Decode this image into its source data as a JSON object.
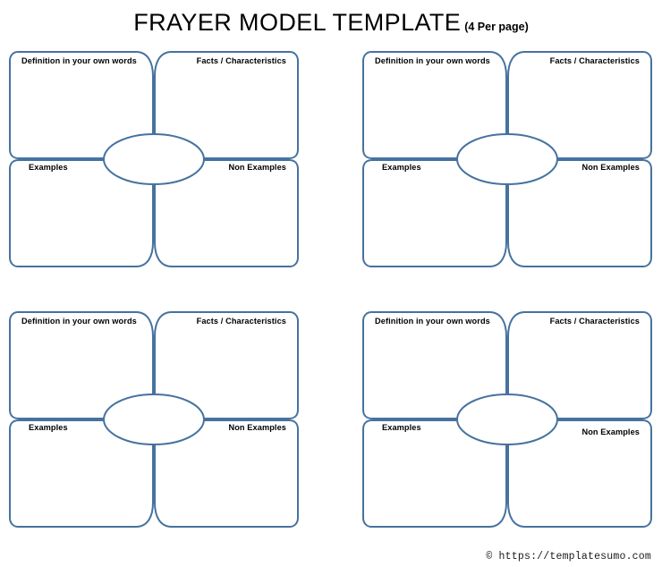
{
  "header": {
    "title": "FRAYER MODEL TEMPLATE",
    "subtitle": "(4 Per page)"
  },
  "theme": {
    "stroke_color": "#46729f",
    "text_color": "#000000",
    "background": "#ffffff"
  },
  "diagram_labels": {
    "top_left": "Definition in your own words",
    "top_right": "Facts / Characteristics",
    "bottom_left": "Examples",
    "bottom_right": "Non Examples"
  },
  "diagrams": [
    {
      "name": "frayer-model-1",
      "position": "top-left",
      "labels": {
        "top_left": "Definition in your own words",
        "top_right": "Facts / Characteristics",
        "bottom_left": "Examples",
        "bottom_right": "Non Examples"
      },
      "center_label": ""
    },
    {
      "name": "frayer-model-2",
      "position": "top-right",
      "labels": {
        "top_left": "Definition in your own words",
        "top_right": "Facts / Characteristics",
        "bottom_left": "Examples",
        "bottom_right": "Non Examples"
      },
      "center_label": ""
    },
    {
      "name": "frayer-model-3",
      "position": "bottom-left",
      "labels": {
        "top_left": "Definition in your own words",
        "top_right": "Facts / Characteristics",
        "bottom_left": "Examples",
        "bottom_right": "Non Examples"
      },
      "center_label": ""
    },
    {
      "name": "frayer-model-4",
      "position": "bottom-right",
      "labels": {
        "top_left": "Definition in your own words",
        "top_right": "Facts / Characteristics",
        "bottom_left": "Examples",
        "bottom_right": "Non Examples"
      },
      "center_label": ""
    }
  ],
  "footer": {
    "copyright": "© https://templatesumo.com"
  }
}
